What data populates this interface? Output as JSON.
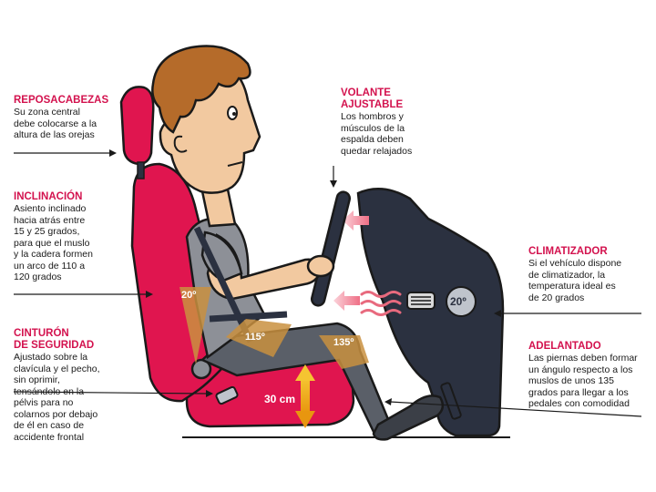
{
  "labels": {
    "reposacabezas": {
      "title": "REPOSACABEZAS",
      "lines": [
        "Su zona central",
        "debe colocarse a la",
        "altura de las orejas"
      ]
    },
    "inclinacion": {
      "title": "INCLINACIÓN",
      "lines": [
        "Asiento inclinado",
        "hacia atrás entre",
        "15 y 25 grados,",
        "para que el muslo",
        "y la cadera formen",
        "un arco de 110 a",
        "120 grados"
      ]
    },
    "cinturon": {
      "title_lines": [
        "CINTURÓN",
        "DE SEGURIDAD"
      ],
      "lines": [
        "Ajustado sobre la",
        "clavícula y el pecho,",
        "sin oprimir,",
        "tensándolo en la",
        "pélvis para no",
        "colarnos por debajo",
        "de él en caso de",
        "accidente frontal"
      ]
    },
    "volante": {
      "title_lines": [
        "VOLANTE",
        "AJUSTABLE"
      ],
      "lines": [
        "Los hombros y",
        "músculos de la",
        "espalda deben",
        "quedar relajados"
      ]
    },
    "climatizador": {
      "title": "CLIMATIZADOR",
      "lines": [
        "Si el vehículo dispone",
        "de climatizador, la",
        "temperatura ideal es",
        "de 20 grados"
      ]
    },
    "adelantado": {
      "title": "ADELANTADO",
      "lines": [
        "Las piernas deben formar",
        "un ángulo respecto a los",
        "muslos de unos 135",
        "grados para llegar a los",
        "pedales con comodidad"
      ]
    }
  },
  "badges": {
    "seat_angle": "20º",
    "hip_angle": "115º",
    "knee_angle": "135º",
    "seat_height": "30 cm",
    "climate_display": "20º"
  },
  "colors": {
    "accent": "#d3124e",
    "seat": "#e0154f",
    "dashboard": "#2b3140",
    "angle_fill": "#c9913f",
    "arrow": "#f0b521"
  }
}
